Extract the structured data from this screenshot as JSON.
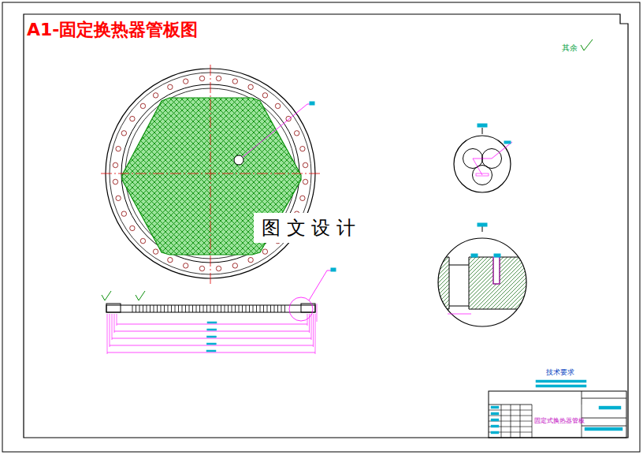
{
  "diagram": {
    "title": "A1-固定换热器管板图",
    "labels": [
      "图 文 设 计",
      "其余",
      "技术要求",
      "固定式换热器管板"
    ]
  }
}
